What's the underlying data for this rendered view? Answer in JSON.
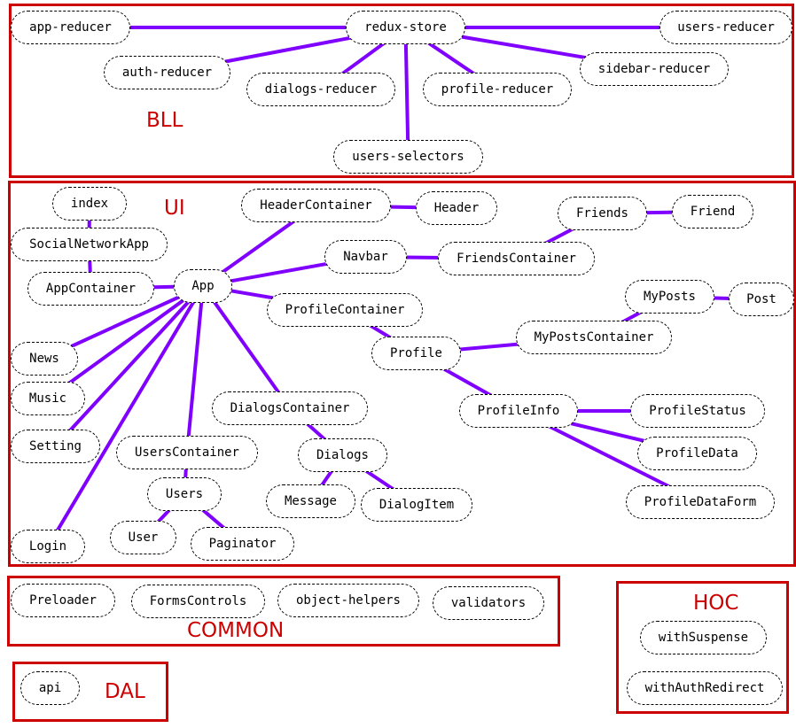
{
  "zones": {
    "bll": "BLL",
    "ui": "UI",
    "common": "COMMON",
    "dal": "DAL",
    "hoc": "HOC"
  },
  "nodes": {
    "app_reducer": "app-reducer",
    "redux_store": "redux-store",
    "users_reducer": "users-reducer",
    "auth_reducer": "auth-reducer",
    "dialogs_reducer": "dialogs-reducer",
    "profile_reducer": "profile-reducer",
    "sidebar_reducer": "sidebar-reducer",
    "users_selectors": "users-selectors",
    "index": "index",
    "social_network_app": "SocialNetworkApp",
    "app_container": "AppContainer",
    "app": "App",
    "header_container": "HeaderContainer",
    "header": "Header",
    "navbar": "Navbar",
    "friends_container": "FriendsContainer",
    "friends": "Friends",
    "friend": "Friend",
    "profile_container": "ProfileContainer",
    "profile": "Profile",
    "my_posts_container": "MyPostsContainer",
    "my_posts": "MyPosts",
    "post": "Post",
    "profile_info": "ProfileInfo",
    "profile_status": "ProfileStatus",
    "profile_data": "ProfileData",
    "profile_data_form": "ProfileDataForm",
    "news": "News",
    "music": "Music",
    "setting": "Setting",
    "login": "Login",
    "dialogs_container": "DialogsContainer",
    "dialogs": "Dialogs",
    "message": "Message",
    "dialog_item": "DialogItem",
    "users_container": "UsersContainer",
    "users": "Users",
    "user": "User",
    "paginator": "Paginator",
    "preloader": "Preloader",
    "forms_controls": "FormsControls",
    "object_helpers": "object-helpers",
    "validators": "validators",
    "api": "api",
    "with_suspense": "withSuspense",
    "with_auth_redirect": "withAuthRedirect"
  },
  "connections": [
    [
      "app_reducer",
      "redux_store"
    ],
    [
      "redux_store",
      "users_reducer"
    ],
    [
      "redux_store",
      "auth_reducer"
    ],
    [
      "redux_store",
      "dialogs_reducer"
    ],
    [
      "redux_store",
      "profile_reducer"
    ],
    [
      "redux_store",
      "sidebar_reducer"
    ],
    [
      "redux_store",
      "users_selectors"
    ],
    [
      "index",
      "social_network_app"
    ],
    [
      "social_network_app",
      "app_container"
    ],
    [
      "app_container",
      "app"
    ],
    [
      "app",
      "header_container"
    ],
    [
      "header_container",
      "header"
    ],
    [
      "app",
      "navbar"
    ],
    [
      "navbar",
      "friends_container"
    ],
    [
      "friends_container",
      "friends"
    ],
    [
      "friends",
      "friend"
    ],
    [
      "app",
      "profile_container"
    ],
    [
      "profile_container",
      "profile"
    ],
    [
      "profile",
      "my_posts_container"
    ],
    [
      "my_posts_container",
      "my_posts"
    ],
    [
      "my_posts",
      "post"
    ],
    [
      "profile",
      "profile_info"
    ],
    [
      "profile_info",
      "profile_status"
    ],
    [
      "profile_info",
      "profile_data"
    ],
    [
      "profile_info",
      "profile_data_form"
    ],
    [
      "app",
      "news"
    ],
    [
      "app",
      "music"
    ],
    [
      "app",
      "setting"
    ],
    [
      "app",
      "login"
    ],
    [
      "app",
      "dialogs_container"
    ],
    [
      "dialogs_container",
      "dialogs"
    ],
    [
      "dialogs",
      "message"
    ],
    [
      "dialogs",
      "dialog_item"
    ],
    [
      "app",
      "users_container"
    ],
    [
      "users_container",
      "users"
    ],
    [
      "users",
      "user"
    ],
    [
      "users",
      "paginator"
    ]
  ],
  "colors": {
    "frame": "#cc0000",
    "edge": "#7f00ff"
  }
}
